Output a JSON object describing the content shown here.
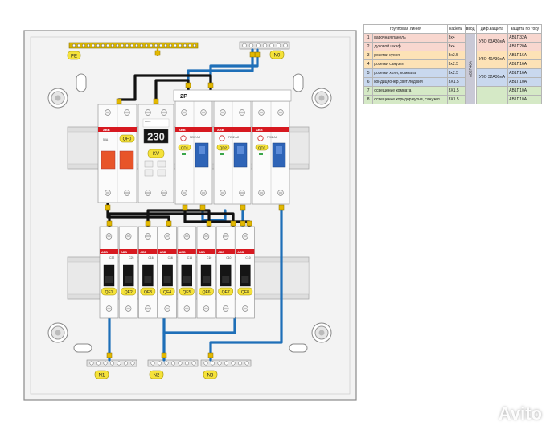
{
  "diagram": {
    "bars": {
      "pe": "PE",
      "n0": "N0",
      "n1": "N1",
      "n2": "N2",
      "n3": "N3"
    },
    "two_pole_label": "2P",
    "qf0": {
      "label": "QF0",
      "rating": "50A"
    },
    "kv": {
      "label": "KV",
      "display": "230",
      "brand": "RBUZ"
    },
    "rcds": [
      {
        "label": "QD1",
        "model": "F202 AC"
      },
      {
        "label": "QD2",
        "model": "F202 AC"
      },
      {
        "label": "QD3",
        "model": "F202 AC"
      }
    ],
    "breakers": [
      {
        "label": "QF1",
        "rating": "C32"
      },
      {
        "label": "QF2",
        "rating": "C25"
      },
      {
        "label": "QF3",
        "rating": "C16"
      },
      {
        "label": "QF4",
        "rating": "C16"
      },
      {
        "label": "QF5",
        "rating": "C16"
      },
      {
        "label": "QF6",
        "rating": "C10"
      },
      {
        "label": "QF7",
        "rating": "C10"
      },
      {
        "label": "QF8",
        "rating": "C10"
      }
    ],
    "brand": "ABB",
    "colors": {
      "phase": "#111111",
      "neutral": "#1e6fb8",
      "earth": "#d8b400",
      "abb_red": "#d71920",
      "qf0_orange": "#e8542a",
      "rcd_blue": "#2e64b7",
      "label_yellow": "#f5e23a"
    }
  },
  "table": {
    "headers": {
      "group": "групповая линия",
      "cable": "кабель",
      "input": "ввод",
      "rcd": "диф.защита",
      "current": "защита по току"
    },
    "input_value": "АВ2П40А",
    "rows": [
      {
        "n": "1",
        "name": "варочная панель",
        "cable": "3x4",
        "current": "АВ1П32А",
        "bg": "#f8d7cf"
      },
      {
        "n": "2",
        "name": "духовой шкаф",
        "cable": "3x4",
        "current": "АВ1П20А",
        "bg": "#f8d7cf"
      },
      {
        "n": "3",
        "name": "розетки кухня",
        "cable": "3x2.5",
        "current": "АВ1П16А",
        "bg": "#fde2b6"
      },
      {
        "n": "4",
        "name": "розетки санузел",
        "cable": "3x2.5",
        "current": "АВ1П16А",
        "bg": "#fde2b6"
      },
      {
        "n": "5",
        "name": "розетки холл, комната",
        "cable": "3x2.5",
        "current": "АВ1П16А",
        "bg": "#c9d8ee"
      },
      {
        "n": "6",
        "name": "кондиционер,свет лоджия",
        "cable": "3X1.5",
        "current": "АВ1П10А",
        "bg": "#c9d8ee"
      },
      {
        "n": "7",
        "name": "освещение комната",
        "cable": "3X1.5",
        "current": "АВ1П10А",
        "bg": "#d5e9c6"
      },
      {
        "n": "8",
        "name": "освещение коридор,кухня, санузел",
        "cable": "3X1.5",
        "current": "АВ1П10А",
        "bg": "#d5e9c6"
      }
    ],
    "rcd_groups": [
      {
        "label": "УЗО 63А30мА",
        "bg": "#f8d7cf"
      },
      {
        "label": "УЗО 40А30мА",
        "bg": "#fde2b6"
      },
      {
        "label": "УЗО 32А30мА",
        "bg": "#c9d8ee"
      }
    ],
    "row7_rcd_bg": "#d5e9c6"
  },
  "watermark": "Avito"
}
